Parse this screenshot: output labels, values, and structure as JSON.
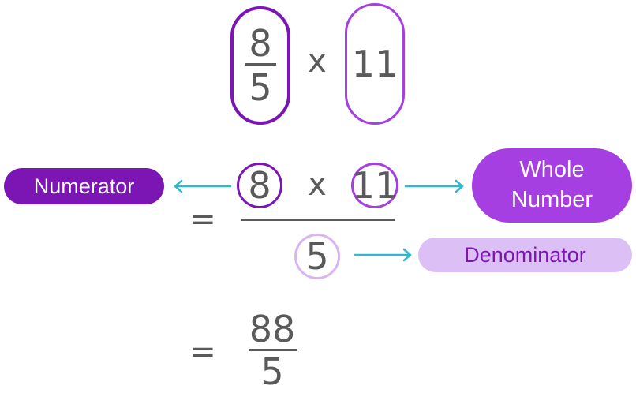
{
  "colors": {
    "dark_purple": "#7b16b5",
    "purple": "#a53fe2",
    "light_purple": "#d9b4f2",
    "arrow_cyan": "#2eb8d2",
    "text_gray": "#5a5a5a"
  },
  "top_expression": {
    "fraction": {
      "numerator": "8",
      "denominator": "5"
    },
    "operator": "x",
    "whole_number": "11"
  },
  "step1": {
    "equals": "=",
    "numerator_left": "8",
    "operator": "x",
    "numerator_right": "11",
    "denominator": "5"
  },
  "step2": {
    "equals": "=",
    "numerator": "88",
    "denominator": "5"
  },
  "labels": {
    "numerator": "Numerator",
    "whole_number_line1": "Whole",
    "whole_number_line2": "Number",
    "denominator": "Denominator"
  }
}
